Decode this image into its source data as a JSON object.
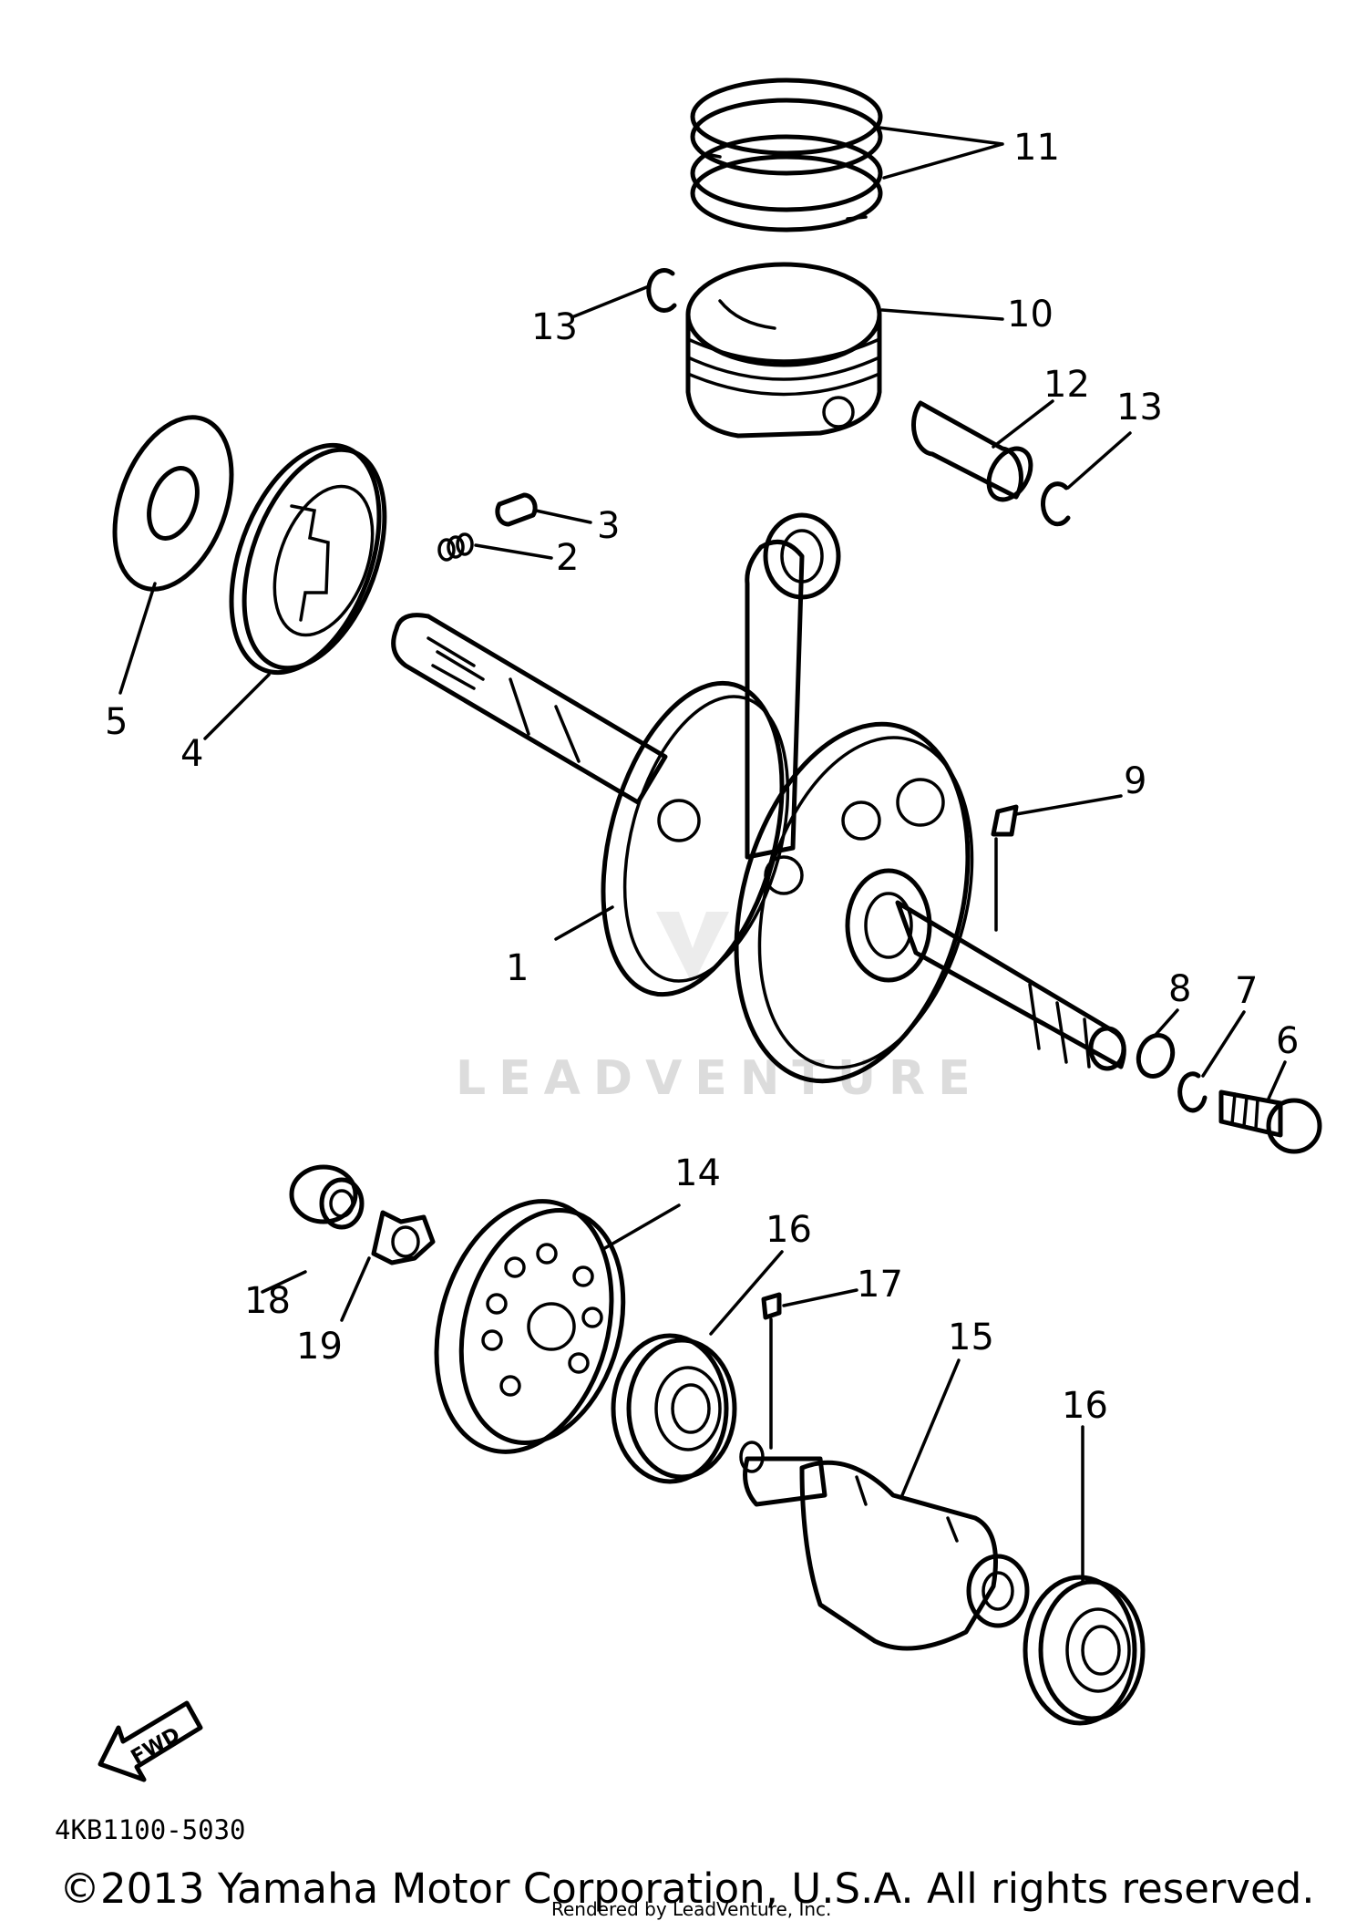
{
  "callouts": {
    "c1": "1",
    "c2": "2",
    "c3": "3",
    "c4": "4",
    "c5": "5",
    "c6": "6",
    "c7": "7",
    "c8": "8",
    "c9": "9",
    "c10": "10",
    "c11": "11",
    "c12": "12",
    "c13a": "13",
    "c13b": "13",
    "c14": "14",
    "c15": "15",
    "c16a": "16",
    "c16b": "16",
    "c17": "17",
    "c18": "18",
    "c19": "19"
  },
  "forward_arrow_label": "FWD",
  "diagram_code": "4KB1100-5030",
  "watermark": "LEADVENTURE",
  "copyright": "©2013 Yamaha Motor Corporation, U.S.A. All rights reserved.",
  "rendered_by": "Rendered by LeadVenture, Inc."
}
